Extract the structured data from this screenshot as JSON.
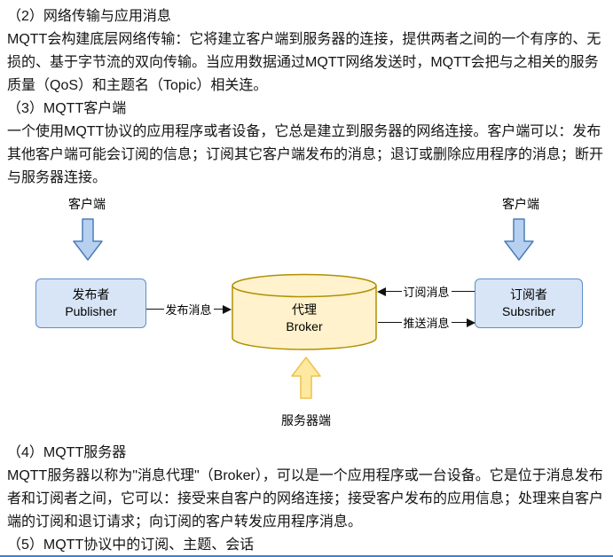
{
  "content": {
    "para_above": [
      "（2）网络传输与应用消息",
      "MQTT会构建底层网络传输：它将建立客户端到服务器的连接，提供两者之间的一个有序的、无损的、基于字节流的双向传输。当应用数据通过MQTT网络发送时，MQTT会把与之相关的服务质量（QoS）和主题名（Topic）相关连。",
      "（3）MQTT客户端",
      "一个使用MQTT协议的应用程序或者设备，它总是建立到服务器的网络连接。客户端可以：发布其他客户端可能会订阅的信息；订阅其它客户端发布的消息；退订或删除应用程序的消息；断开与服务器连接。"
    ],
    "para_below": [
      "（4）MQTT服务器",
      "MQTT服务器以称为\"消息代理\"（Broker），可以是一个应用程序或一台设备。它是位于消息发布者和订阅者之间，它可以：接受来自客户的网络连接；接受客户发布的应用信息；处理来自客户端的订阅和退订请求；向订阅的客户转发应用程序消息。",
      "（5）MQTT协议中的订阅、主题、会话"
    ]
  },
  "diagram": {
    "client_left": "客户端",
    "client_right": "客户端",
    "publisher_cn": "发布者",
    "publisher_en": "Publisher",
    "broker_cn": "代理",
    "broker_en": "Broker",
    "subscriber_cn": "订阅者",
    "subscriber_en": "Subsriber",
    "label_publish": "发布消息",
    "label_subscribe": "订阅消息",
    "label_push": "推送消息",
    "server_label": "服务器端"
  },
  "colors": {
    "box_fill": "#d8e5f6",
    "box_border": "#5b8fc9",
    "cylinder_fill": "#fff2cc",
    "cylinder_border": "#b09000",
    "arrow_blue_fill": "#b8d0f0",
    "arrow_blue_border": "#4a7ebb",
    "arrow_yellow_fill": "#ffe9a0",
    "arrow_yellow_border": "#edc24a",
    "connector_color": "#111111",
    "bottom_line": "#3e7fd4"
  }
}
